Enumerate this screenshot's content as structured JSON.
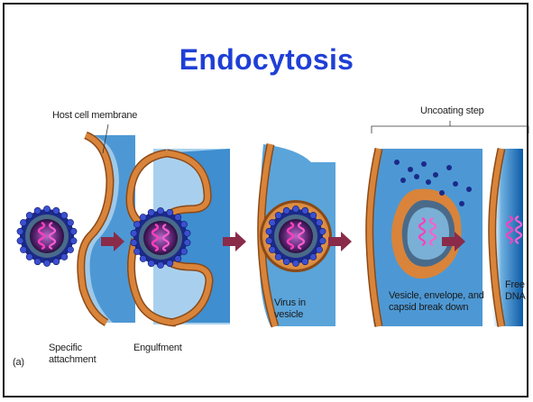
{
  "slide": {
    "title": "Endocytosis",
    "panel_label": "(a)"
  },
  "labels": {
    "host_cell_membrane": "Host cell membrane",
    "uncoating_step": "Uncoating step",
    "specific_attachment_1": "Specific",
    "specific_attachment_2": "attachment",
    "engulfment": "Engulfment",
    "virus_in_vesicle_1": "Virus in",
    "virus_in_vesicle_2": "vesicle",
    "breakdown_1": "Vesicle, envelope, and",
    "breakdown_2": "capsid break down",
    "free_dna_1": "Free",
    "free_dna_2": "DNA"
  },
  "colors": {
    "title": "#1f3fd6",
    "membrane": "#c8732e",
    "membrane_dark": "#8a4a18",
    "cytoplasm": "#2f86c8",
    "virus_spikes": "#1b2a8a",
    "virus_core": "#6b2f7f",
    "dna": "#ff3fbf",
    "arrow": "#8a2b4a",
    "vesicle_fill": "#f0b070"
  }
}
